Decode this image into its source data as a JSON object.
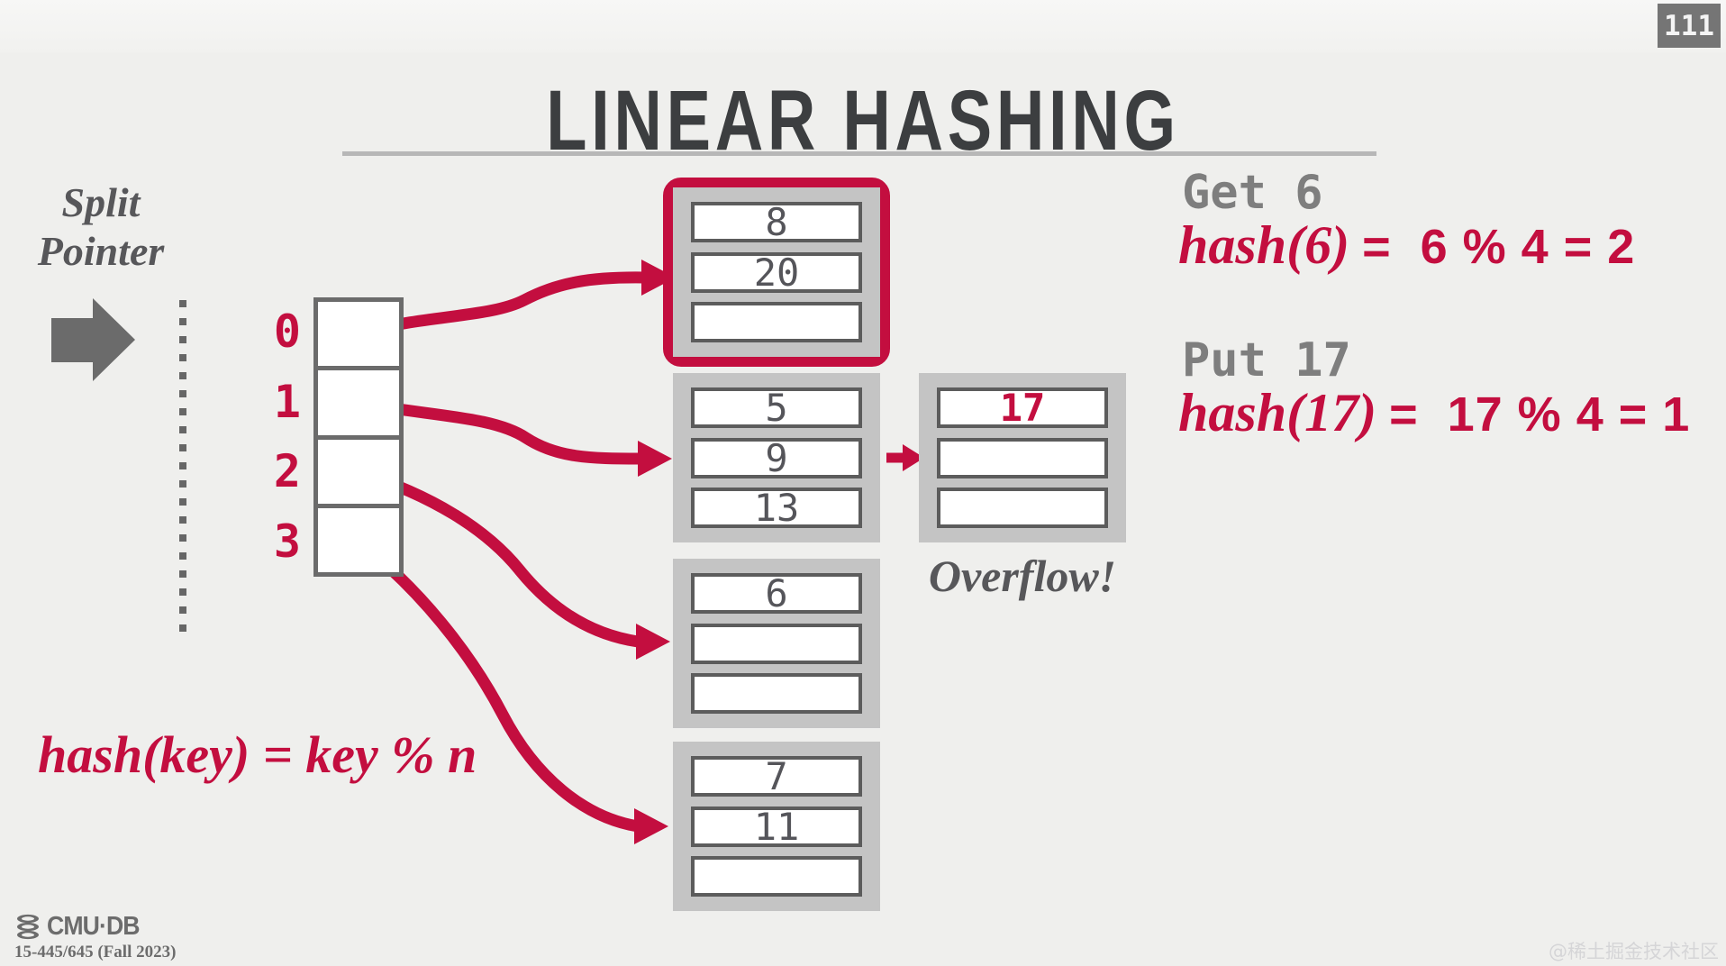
{
  "page": {
    "number": "111",
    "watermark": "@稀土掘金技术社区"
  },
  "slide": {
    "title": "LINEAR HASHING"
  },
  "split_pointer": {
    "line1": "Split",
    "line2": "Pointer"
  },
  "formula": {
    "text": "hash(key) = key % n"
  },
  "queries": {
    "get": {
      "command": "Get 6",
      "hash_call": "hash(6)",
      "hash_rest": "=  6 % 4 = 2"
    },
    "put": {
      "command": "Put 17",
      "hash_call": "hash(17)",
      "hash_rest": "=  17 % 4 = 1"
    }
  },
  "hash_table": {
    "slot_indexes": [
      "0",
      "1",
      "2",
      "3"
    ],
    "buckets": [
      {
        "name": "bucket-0",
        "highlighted": true,
        "values": [
          "8",
          "20",
          ""
        ]
      },
      {
        "name": "bucket-1",
        "highlighted": false,
        "values": [
          "5",
          "9",
          "13"
        ]
      },
      {
        "name": "bucket-2",
        "highlighted": false,
        "values": [
          "6",
          "",
          ""
        ]
      },
      {
        "name": "bucket-3",
        "highlighted": false,
        "values": [
          "7",
          "11",
          ""
        ]
      }
    ],
    "overflow": {
      "label": "Overflow!",
      "values": [
        "17",
        "",
        ""
      ]
    }
  },
  "footer": {
    "logo": "CMU·DB",
    "course": "15-445/645 (Fall 2023)"
  },
  "colors": {
    "accent_red": "#c30e3f",
    "bucket_gray": "#c4c4c4",
    "slot_border": "#5c5c5c",
    "title_dark": "#3c3e40",
    "command_gray": "#7e7e7e",
    "label_gray": "#57575a",
    "background": "#efefed"
  }
}
